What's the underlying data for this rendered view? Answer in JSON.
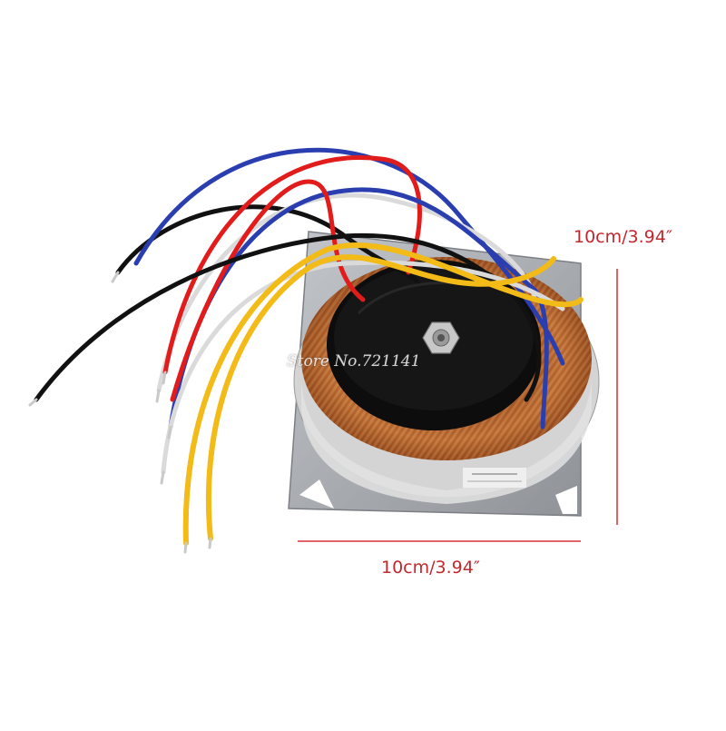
{
  "product": {
    "watermark_text": "Store No.721141",
    "width_label": "10cm/3.94″",
    "height_label": "10cm/3.94″"
  },
  "colors": {
    "dimension_line": "#d9313a",
    "plate": "#a7abb0",
    "winding_copper": "#b5642f",
    "insulation_wrap": "#dcdcdc",
    "center_cap": "#0c0c0c",
    "wire_red": "#e21b1b",
    "wire_blue": "#2b3eb0",
    "wire_black": "#111111",
    "wire_white": "#d9d9d9",
    "wire_yellow": "#f2bb17"
  },
  "wires": [
    "black",
    "blue",
    "white",
    "red",
    "blue",
    "red",
    "black",
    "white",
    "yellow",
    "yellow"
  ]
}
